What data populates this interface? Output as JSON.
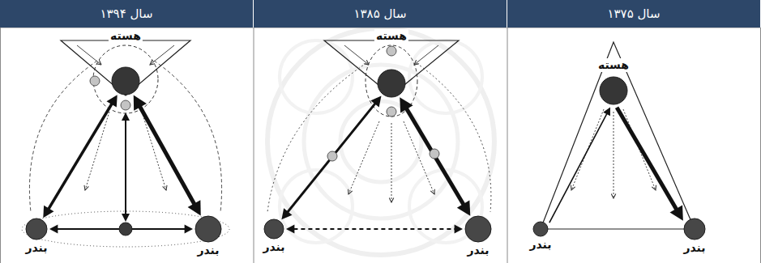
{
  "diagram": {
    "nodes": [
      {
        "text": [
          "سال ۱۳۷۵"
        ]
      },
      {
        "text": [
          "سال ۱۳۸۵"
        ]
      },
      {
        "text": [
          "سال ۱۳۹۴"
        ]
      },
      {
        "text": [
          "هسته"
        ]
      },
      {
        "text": [
          "بندر"
        ]
      },
      {
        "text": [
          "بندر"
        ]
      },
      {
        "text": [
          "هسته"
        ]
      },
      {
        "text": [
          "بندر"
        ]
      },
      {
        "text": [
          "بندر"
        ]
      },
      {
        "text": [
          "هسته"
        ]
      },
      {
        "text": [
          "بندر"
        ]
      },
      {
        "text": [
          "بندر"
        ]
      }
    ],
    "edges": [
      {
        "from": 3,
        "to": 4,
        "arrow": "to"
      },
      {
        "from": 5,
        "to": 3,
        "arrow": "to"
      },
      {
        "from": 6,
        "to": 7,
        "arrow": "both"
      },
      {
        "from": 6,
        "to": 8,
        "arrow": "both"
      },
      {
        "from": 8,
        "to": 7,
        "arrow": "both"
      },
      {
        "from": 9,
        "to": 10,
        "arrow": "both"
      },
      {
        "from": 9,
        "to": 11,
        "arrow": "both"
      },
      {
        "from": 11,
        "to": 10,
        "arrow": "both"
      }
    ]
  }
}
